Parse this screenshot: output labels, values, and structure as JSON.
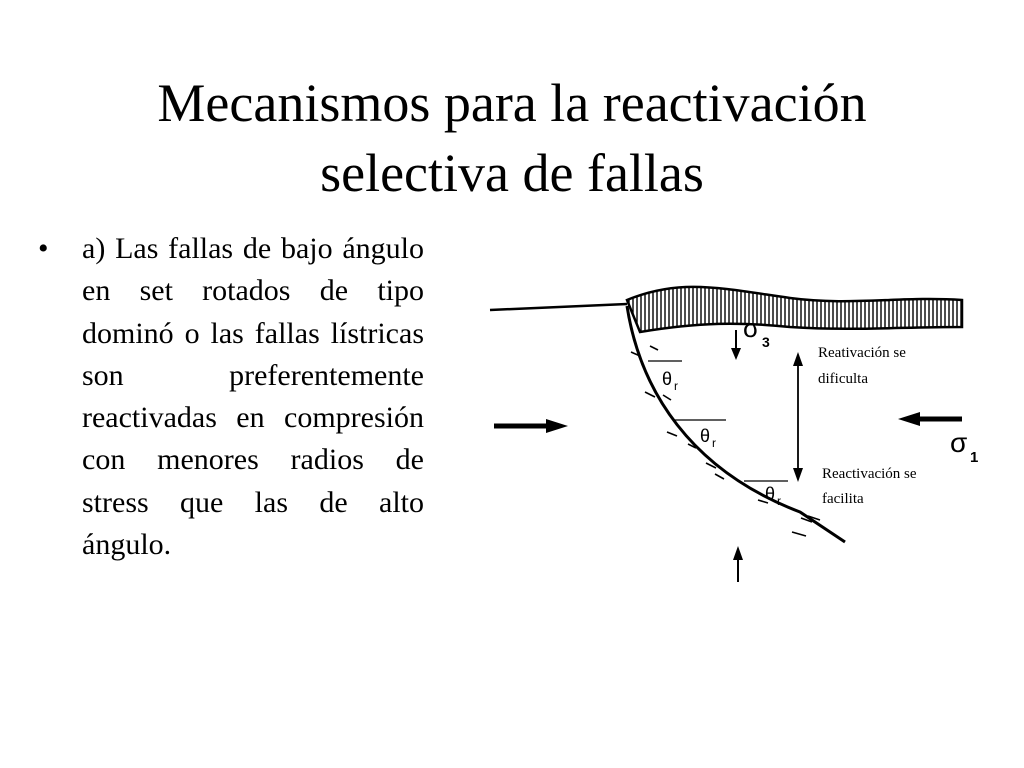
{
  "title": "Mecanismos para la reactivación selectiva de fallas",
  "bullet": {
    "marker": "•",
    "text": "a) Las fallas de bajo ángulo en set rotados de tipo dominó o las fallas lístricas son preferentemente reactivadas en compresión con menores radios de stress que las de alto ángulo."
  },
  "diagram": {
    "sigma3_symbol": "σ",
    "sigma3_subscript": "3",
    "sigma1_symbol": "σ",
    "sigma1_subscript": "1",
    "theta_symbol": "θ",
    "theta_subscript": "r",
    "note_upper_line1": "Reativación se",
    "note_upper_line2": "dificulta",
    "note_lower_line1": "Reactivación se",
    "note_lower_line2": "facilita"
  }
}
